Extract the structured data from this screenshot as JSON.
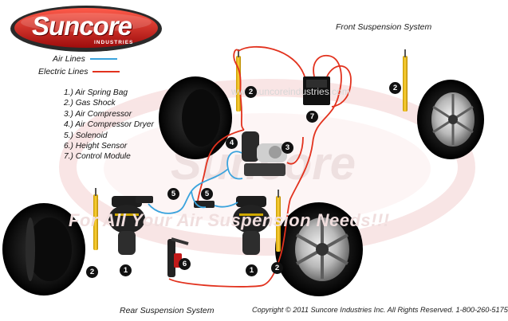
{
  "logo": {
    "name": "Suncore",
    "tagline": "INDUSTRIES"
  },
  "watermark": {
    "url": "www.suncoreindustries.com",
    "slogan": "For All Your Air Suspension Needs!!!"
  },
  "legend": {
    "air_lines": "Air Lines",
    "electric_lines": "Electric Lines",
    "air_color": "#3aa3dd",
    "electric_color": "#e2321e"
  },
  "components": [
    "1.) Air Spring Bag",
    "2.) Gas Shock",
    "3.) Air Compressor",
    "4.) Air Compressor Dryer",
    "5.) Solenoid",
    "6.) Height Sensor",
    "7.) Control Module"
  ],
  "labels": {
    "front_system": "Front Suspension System",
    "rear_system": "Rear Suspension System",
    "copyright": "Copyright © 2011 Suncore Industries Inc. All Rights Reserved. 1-800-260-5175"
  },
  "badges": {
    "b1_left": "1",
    "b1_right": "1",
    "b2_front_left": "2",
    "b2_front_right": "2",
    "b2_rear_left": "2",
    "b2_rear_right": "2",
    "b3": "3",
    "b4": "4",
    "b5_left": "5",
    "b5_right": "5",
    "b6": "6",
    "b7": "7"
  },
  "icons": [
    "tire-icon",
    "air-spring-icon",
    "gas-shock-icon",
    "compressor-icon",
    "solenoid-icon",
    "height-sensor-icon",
    "control-module-icon"
  ]
}
